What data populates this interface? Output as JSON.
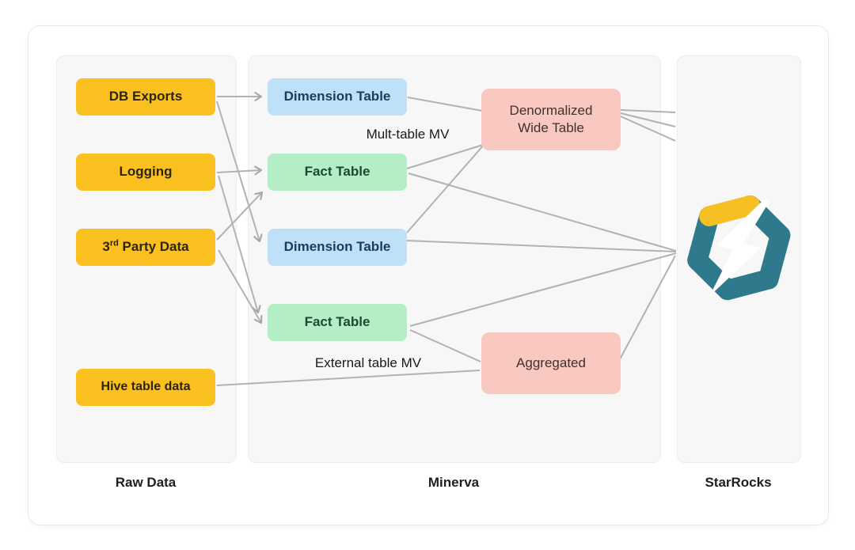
{
  "groups": [
    {
      "label": "Raw Data"
    },
    {
      "label": "Minerva"
    },
    {
      "label": "StarRocks"
    }
  ],
  "nodes": {
    "db_exports": {
      "label": "DB Exports"
    },
    "logging": {
      "label": "Logging"
    },
    "third_party": {
      "pre": "3",
      "sup": "rd",
      "post": " Party Data"
    },
    "hive": {
      "label": "Hive table data"
    },
    "dim_table_1": {
      "label": "Dimension Table"
    },
    "fact_table_1": {
      "label": "Fact Table"
    },
    "dim_table_2": {
      "label": "Dimension Table"
    },
    "fact_table_2": {
      "label": "Fact Table"
    },
    "denormalized": {
      "line1": "Denormalized",
      "line2": "Wide Table"
    },
    "aggregated": {
      "label": "Aggregated"
    }
  },
  "annotations": {
    "mult_mv": "Mult-table MV",
    "ext_mv": "External table MV"
  },
  "edges": [
    {
      "from": "db_exports",
      "to": "dim_table_1",
      "arrow": true
    },
    {
      "from": "db_exports",
      "to": "dim_table_2",
      "arrow": true
    },
    {
      "from": "logging",
      "to": "fact_table_1",
      "arrow": true
    },
    {
      "from": "logging",
      "to": "fact_table_2",
      "arrow": true
    },
    {
      "from": "third_party",
      "to": "fact_table_1",
      "arrow": true
    },
    {
      "from": "third_party",
      "to": "fact_table_2",
      "arrow": true
    },
    {
      "from": "hive",
      "to": "aggregated",
      "arrow": false
    },
    {
      "from": "dim_table_1",
      "to": "denormalized",
      "arrow": false
    },
    {
      "from": "fact_table_1",
      "to": "denormalized",
      "arrow": false
    },
    {
      "from": "dim_table_2",
      "to": "denormalized",
      "arrow": false
    },
    {
      "from": "fact_table_2",
      "to": "aggregated",
      "arrow": false
    },
    {
      "from": "fact_table_1",
      "to": "starrocks",
      "arrow": false
    },
    {
      "from": "dim_table_2",
      "to": "starrocks",
      "arrow": false
    },
    {
      "from": "fact_table_2",
      "to": "starrocks",
      "arrow": false
    },
    {
      "from": "aggregated",
      "to": "starrocks",
      "arrow": false
    },
    {
      "from": "denormalized",
      "to": "starrocks",
      "arrow": false
    },
    {
      "from": "denormalized",
      "to": "starrocks",
      "arrow": false
    },
    {
      "from": "denormalized",
      "to": "starrocks",
      "arrow": false
    }
  ],
  "colors": {
    "source": "#F9C01F",
    "dimension": "#BEE0F8",
    "fact": "#B4EEC6",
    "materialized": "#F9C8C0",
    "line": "#b2b2b2",
    "logo_teal": "#2E7A8C",
    "logo_yellow": "#F6BF22"
  }
}
